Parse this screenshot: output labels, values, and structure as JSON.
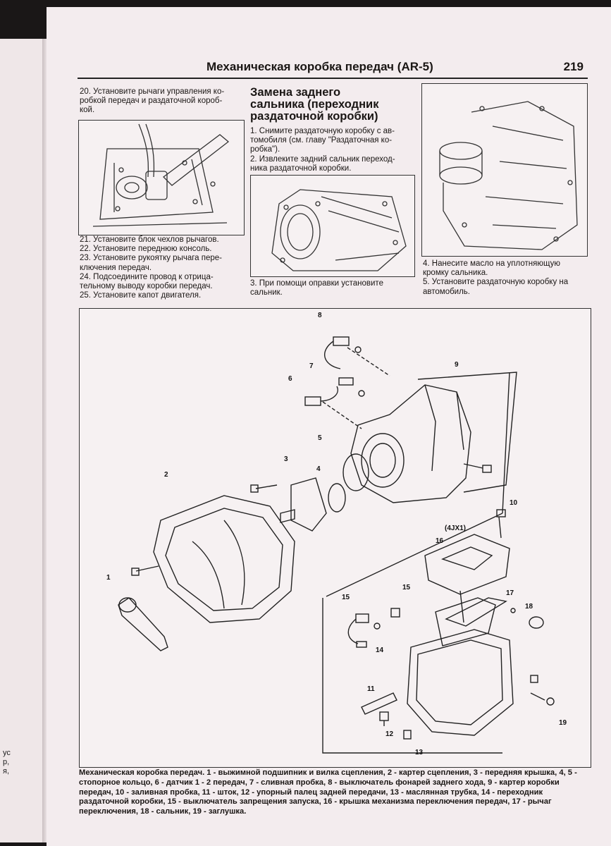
{
  "header": {
    "title": "Механическая коробка передач (AR-5)",
    "page_number": "219"
  },
  "col1": {
    "step20": "20. Установите рычаги управления ко-\nробкой передач и раздаточной короб-\nкой.",
    "steps_21_25": "21. Установите блок чехлов рычагов.\n22. Установите переднюю консоль.\n23. Установите рукоятку рычага пере-\nключения передач.\n24. Подсоедините провод к отрица-\nтельному выводу коробки передач.\n25. Установите капот двигателя."
  },
  "col2": {
    "heading": "Замена заднего\nсальника (переходник\nраздаточной коробки)",
    "steps_1_2": "1. Снимите раздаточную коробку с ав-\nтомобиля (см. главу \"Раздаточная ко-\nробка\").\n2. Извлеките задний сальник переход-\nника раздаточной коробки.",
    "step3": "3. При помощи оправки установите\nсальник."
  },
  "col3": {
    "steps_4_5": "4. Нанесите масло на уплотняющую\nкромку сальника.\n5. Установите раздаточную коробку на\nавтомобиль."
  },
  "diagram": {
    "labels": [
      "1",
      "2",
      "3",
      "4",
      "5",
      "6",
      "7",
      "8",
      "9",
      "10",
      "11",
      "12",
      "13",
      "14",
      "15",
      "15",
      "16",
      "17",
      "18",
      "19"
    ],
    "variant": "(4JX1)"
  },
  "caption": "Механическая коробка передач. 1 - выжимной подшипник и вилка сцепления, 2 - картер сцепления, 3 - передняя крышка, 4, 5 - стопорное кольцо, 6 - датчик 1 - 2 передач, 7 - сливная пробка, 8 - выключатель фонарей заднего хода, 9 - картер коробки передач, 10 - заливная пробка, 11 - шток, 12 - упорный палец задней передачи, 13 - маслянная трубка, 14 - переходник раздаточной коробки, 15 - выключатель запрещения запуска, 16 - крышка механизма переключения передач, 17 - рычаг переключения, 18 - сальник, 19 - заглушка.",
  "left_page_edge": {
    "bottom": "ус\nр,\nя,"
  }
}
